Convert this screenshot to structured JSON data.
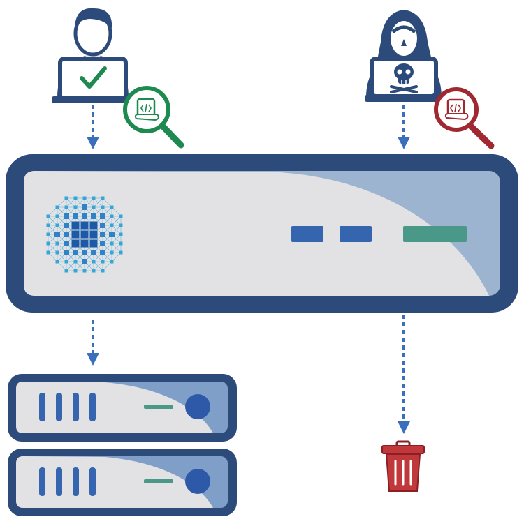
{
  "colors": {
    "navy": "#2C4A7A",
    "panel_blue": "#9DB4D1",
    "panel_gray": "#E2E2E4",
    "arrow_blue": "#3A6FBC",
    "button_blue": "#3465AE",
    "status_teal": "#4A9888",
    "good_green": "#1E8A50",
    "bad_red": "#A02830",
    "trash_red": "#C0383A",
    "mesh_dark": "#1C5AA8",
    "mesh_mid": "#2F82C8",
    "mesh_light": "#36A6D8"
  },
  "actors": [
    {
      "role": "legitimate-user",
      "laptop_symbol": "checkmark-icon",
      "inspection": "approved"
    },
    {
      "role": "attacker",
      "laptop_symbol": "skull-icon",
      "inspection": "rejected"
    }
  ],
  "inspected_item_icon": "code-scroll-icon",
  "gateway": {
    "logo_icon": "mesh-network-icon",
    "indicator_lights": 3
  },
  "destination_servers": 2,
  "discard_target": "trash-can-icon"
}
